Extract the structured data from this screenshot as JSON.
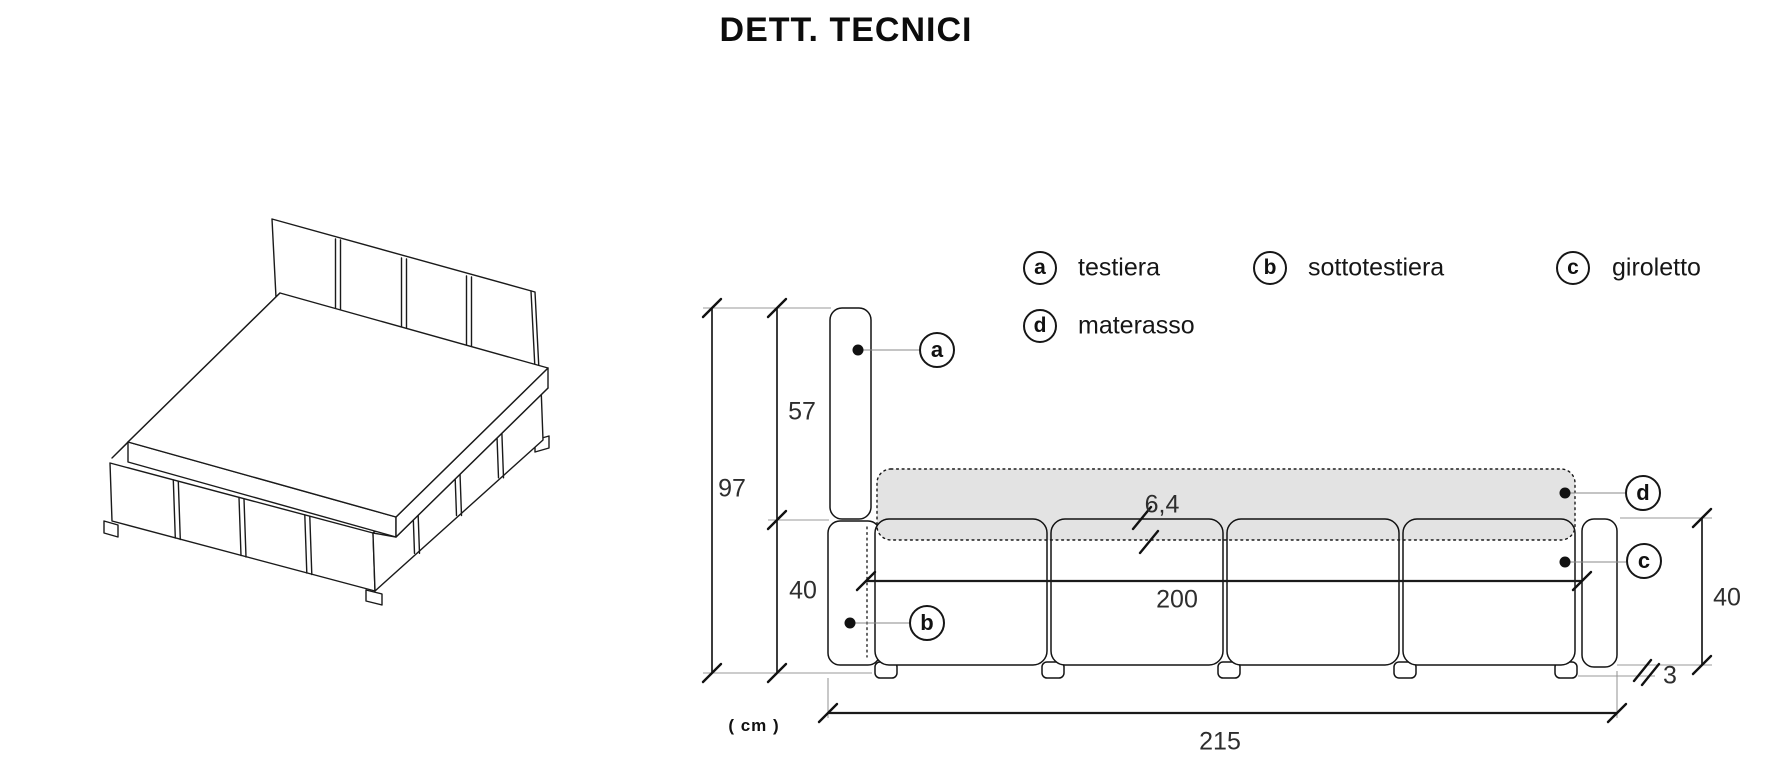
{
  "title": "DETT. TECNICI",
  "units_label": "( cm )",
  "legend": {
    "items": [
      {
        "key": "a",
        "label": "testiera"
      },
      {
        "key": "b",
        "label": "sottotestiera"
      },
      {
        "key": "c",
        "label": "giroletto"
      },
      {
        "key": "d",
        "label": "materasso"
      }
    ]
  },
  "dimensions": {
    "overall_height": "97",
    "headboard_above_base": "57",
    "base_height": "40",
    "mattress_protrusion": "6,4",
    "mattress_length": "200",
    "frame_height_right": "40",
    "feet_height": "3",
    "overall_length": "215"
  },
  "colors": {
    "line": "#1a1a1a",
    "mattress_fill": "#e4e4e4",
    "background": "#ffffff"
  }
}
